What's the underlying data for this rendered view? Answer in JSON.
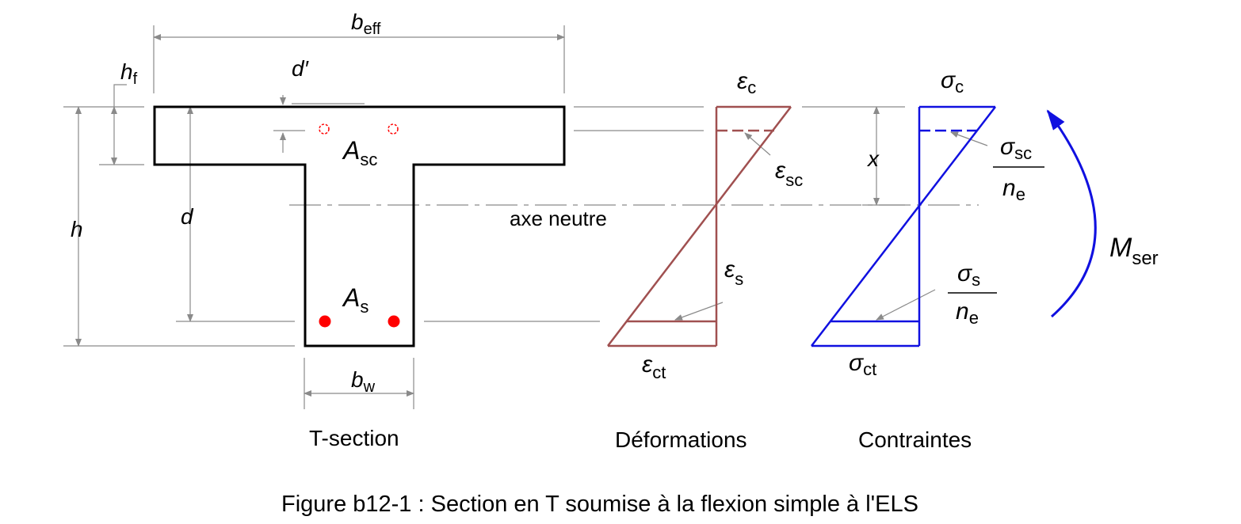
{
  "labels": {
    "beff": "b",
    "beff_sub": "eff",
    "hf": "h",
    "hf_sub": "f",
    "dprime": "d′",
    "h": "h",
    "d": "d",
    "asc": "A",
    "asc_sub": "sc",
    "as": "A",
    "as_sub": "s",
    "bw": "b",
    "bw_sub": "w",
    "axe": "axe neutre",
    "eps_c": "ε",
    "eps_c_sub": "c",
    "eps_sc": "ε",
    "eps_sc_sub": "sc",
    "eps_s": "ε",
    "eps_s_sub": "s",
    "eps_ct": "ε",
    "eps_ct_sub": "ct",
    "sig_c": "σ",
    "sig_c_sub": "c",
    "sig_sc": "σ",
    "sig_sc_sub": "sc",
    "sig_s": "σ",
    "sig_s_sub": "s",
    "sig_ct": "σ",
    "sig_ct_sub": "ct",
    "ne1": "n",
    "ne1_sub": "e",
    "ne2": "n",
    "ne2_sub": "e",
    "x": "x",
    "mser": "M",
    "mser_sub": "ser"
  },
  "titles": {
    "section": "T-section",
    "deformations": "Déformations",
    "contraintes": "Contraintes"
  },
  "caption": "Figure b12-1 : Section en T soumise à la flexion simple à l'ELS",
  "colors": {
    "section": "#000000",
    "strain": "#a05050",
    "stress": "#1010e0",
    "rebar": "#ff0000",
    "dimension": "#8a8a8a"
  }
}
